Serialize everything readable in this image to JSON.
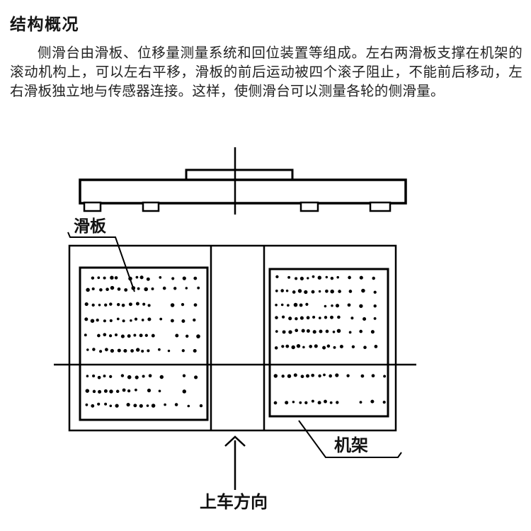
{
  "title": "结构概况",
  "paragraph": "侧滑台由滑板、位移量测量系统和回位装置等组成。左右两滑板支撑在机架的滚动机构上，可以左右平移，滑板的前后运动被四个滚子阻止，不能前后移动，左右滑板独立地与传感器连接。这样，使侧滑台可以测量各轮的侧滑量。",
  "figure": {
    "ink": "#000000",
    "paper": "#ffffff",
    "labels": {
      "slide_plate": "滑板",
      "frame": "机架",
      "drive_direction": "上车方向"
    }
  }
}
